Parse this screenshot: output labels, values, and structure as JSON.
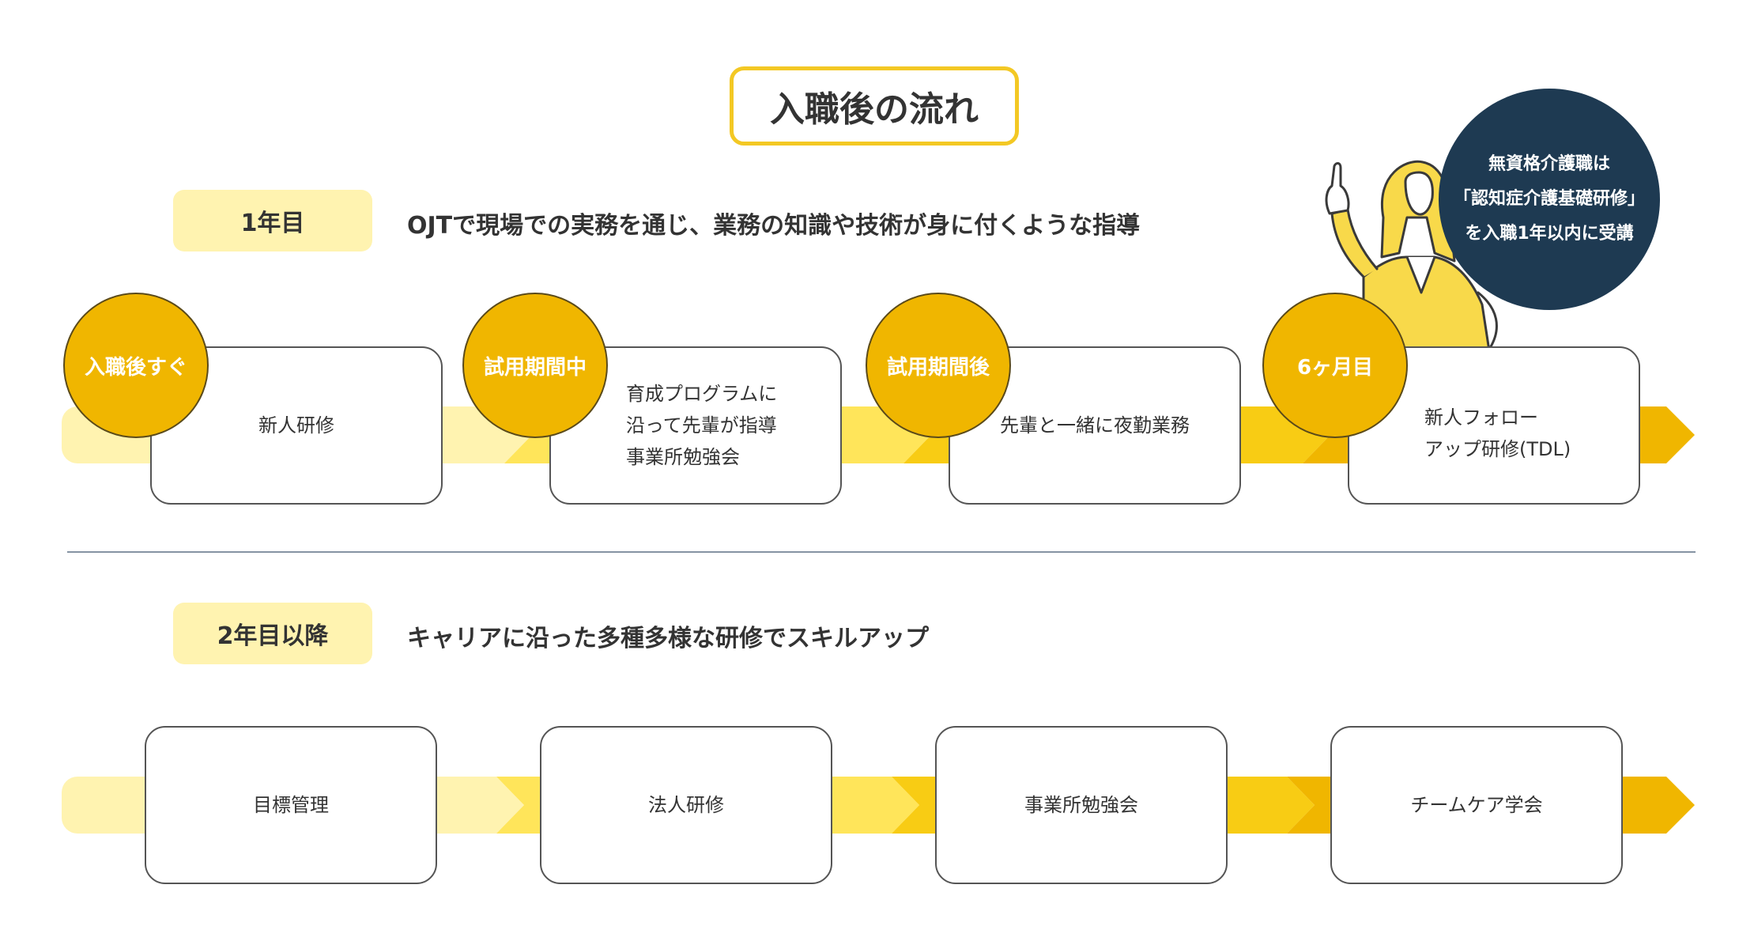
{
  "title": "入職後の流れ",
  "colors": {
    "accent": "#f3c824",
    "badge_bg": "#fff3b0",
    "circle": "#f0b600",
    "note_bg": "#1e3a52",
    "arrow_light": "#fff3b0",
    "arrow_mid": "#ffe55a",
    "arrow_strong": "#f8cc14",
    "arrow_dark": "#f0b600"
  },
  "year1": {
    "badge": "1年目",
    "description": "OJTで現場での実務を通じ、業務の知識や技術が身に付くような指導",
    "steps": [
      {
        "label": "入職後すぐ",
        "lines": [
          "新人研修"
        ]
      },
      {
        "label": "試用期間中",
        "lines": [
          "育成プログラムに",
          "沿って先輩が指導",
          "事業所勉強会"
        ]
      },
      {
        "label": "試用期間後",
        "lines": [
          "先輩と一緒に夜勤業務"
        ]
      },
      {
        "label": "6ヶ月目",
        "lines": [
          "新人フォロー",
          "アップ研修(TDL)"
        ]
      }
    ]
  },
  "note": {
    "lines": [
      "無資格介護職は",
      "「認知症介護基礎研修」",
      "を入職1年以内に受講"
    ]
  },
  "year2": {
    "badge": "2年目以降",
    "description": "キャリアに沿った多種多様な研修でスキルアップ",
    "steps": [
      {
        "lines": [
          "目標管理"
        ]
      },
      {
        "lines": [
          "法人研修"
        ]
      },
      {
        "lines": [
          "事業所勉強会"
        ]
      },
      {
        "lines": [
          "チームケア学会"
        ]
      }
    ]
  }
}
